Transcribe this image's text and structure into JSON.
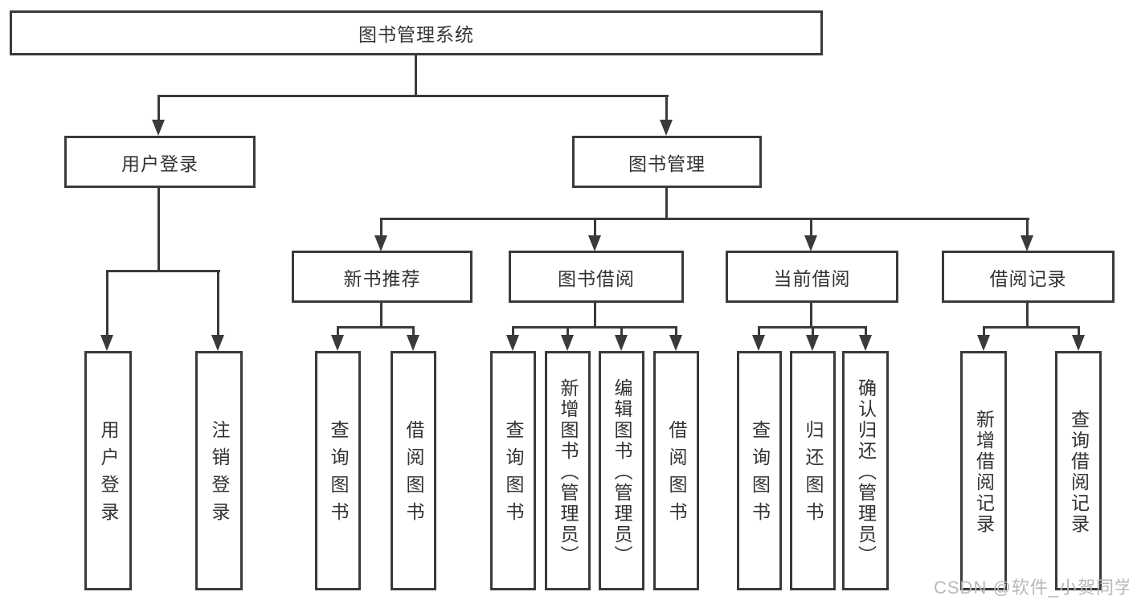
{
  "tree": {
    "root": {
      "label": "图书管理系统"
    },
    "user_login": {
      "label": "用户登录",
      "children": {
        "login": {
          "label": "用户登录"
        },
        "logout": {
          "label": "注销登录"
        }
      }
    },
    "book_mgmt": {
      "label": "图书管理",
      "children": {
        "new_book_rec": {
          "label": "新书推荐",
          "children": {
            "query_book": {
              "label": "查询图书"
            },
            "borrow_book": {
              "label": "借阅图书"
            }
          }
        },
        "book_borrow": {
          "label": "图书借阅",
          "children": {
            "query_book": {
              "label": "查询图书"
            },
            "add_book": {
              "label": "新增图书（管理员）"
            },
            "edit_book": {
              "label": "编辑图书（管理员）"
            },
            "borrow_book": {
              "label": "借阅图书"
            }
          }
        },
        "current_borrow": {
          "label": "当前借阅",
          "children": {
            "query_book": {
              "label": "查询图书"
            },
            "return_book": {
              "label": "归还图书"
            },
            "confirm_return": {
              "label": "确认归还（管理员）"
            }
          }
        },
        "borrow_record": {
          "label": "借阅记录",
          "children": {
            "add_record": {
              "label": "新增借阅记录"
            },
            "query_record": {
              "label": "查询借阅记录"
            }
          }
        }
      }
    }
  },
  "watermark": {
    "text": "CSDN @软件_小贺同学"
  },
  "colors": {
    "line": "#3a3a3a",
    "text": "#333333",
    "background": "#ffffff",
    "watermark": "#b9b9b9"
  }
}
